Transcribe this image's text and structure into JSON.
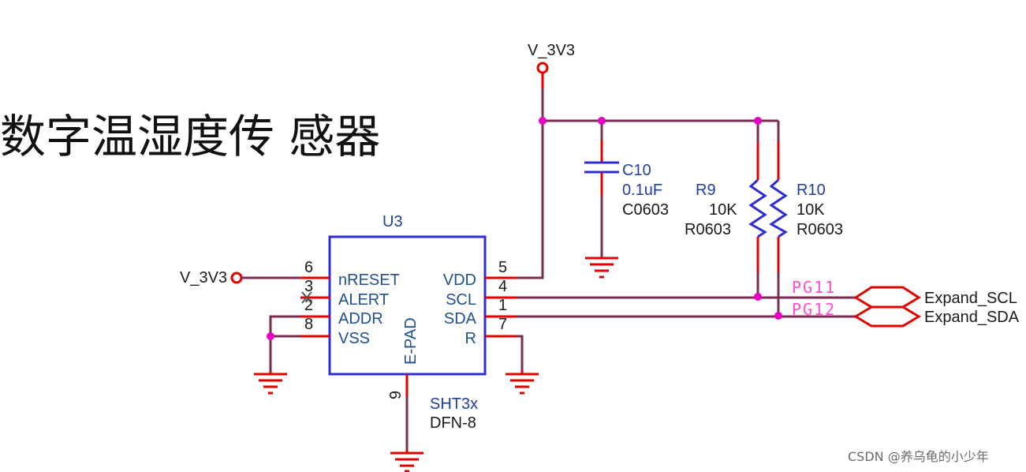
{
  "title": "数字温湿度传  感器",
  "power": {
    "top_label": "V_3V3",
    "left_label": "V_3V3"
  },
  "ic": {
    "ref": "U3",
    "part": "SHT3x",
    "package": "DFN-8",
    "epad": "E-PAD",
    "pins_left": [
      {
        "num": "6",
        "name": "nRESET"
      },
      {
        "num": "3",
        "name": "ALERT"
      },
      {
        "num": "2",
        "name": "ADDR"
      },
      {
        "num": "8",
        "name": "VSS"
      }
    ],
    "pins_right": [
      {
        "num": "5",
        "name": "VDD"
      },
      {
        "num": "4",
        "name": "SCL"
      },
      {
        "num": "1",
        "name": "SDA"
      },
      {
        "num": "7",
        "name": "R"
      }
    ],
    "pin_bottom": {
      "num": "9"
    }
  },
  "capacitor": {
    "ref": "C10",
    "value": "0.1uF",
    "package": "C0603"
  },
  "resistor_r9": {
    "ref": "R9",
    "value": "10K",
    "package": "R0603"
  },
  "resistor_r10": {
    "ref": "R10",
    "value": "10K",
    "package": "R0603"
  },
  "nets": {
    "pg11": "PG11",
    "pg12": "PG12"
  },
  "ports": {
    "scl": "Expand_SCL",
    "sda": "Expand_SDA"
  },
  "watermark": "CSDN @养乌龟的小少年",
  "colors": {
    "wire": "#7a2e4f",
    "pin": "#e00000",
    "component": "#2d2dd6",
    "junction": "#e600c4",
    "net_label": "#ff4dd2"
  }
}
